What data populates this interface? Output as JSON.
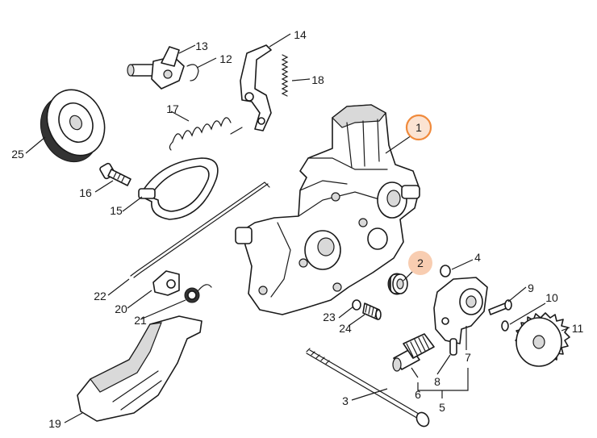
{
  "labels": [
    {
      "id": "1",
      "text": "1"
    },
    {
      "id": "2",
      "text": "2"
    },
    {
      "id": "3",
      "text": "3"
    },
    {
      "id": "4",
      "text": "4"
    },
    {
      "id": "5",
      "text": "5"
    },
    {
      "id": "6",
      "text": "6"
    },
    {
      "id": "7",
      "text": "7"
    },
    {
      "id": "8",
      "text": "8"
    },
    {
      "id": "9",
      "text": "9"
    },
    {
      "id": "10",
      "text": "10"
    },
    {
      "id": "11",
      "text": "11"
    },
    {
      "id": "12",
      "text": "12"
    },
    {
      "id": "13",
      "text": "13"
    },
    {
      "id": "14",
      "text": "14"
    },
    {
      "id": "15",
      "text": "15"
    },
    {
      "id": "16",
      "text": "16"
    },
    {
      "id": "17",
      "text": "17"
    },
    {
      "id": "18",
      "text": "18"
    },
    {
      "id": "19",
      "text": "19"
    },
    {
      "id": "20",
      "text": "20"
    },
    {
      "id": "21",
      "text": "21"
    },
    {
      "id": "22",
      "text": "22"
    },
    {
      "id": "23",
      "text": "23"
    },
    {
      "id": "24",
      "text": "24"
    },
    {
      "id": "25",
      "text": "25"
    }
  ],
  "highlighted": [
    "1",
    "2"
  ],
  "colors": {
    "highlight_ring": "#f08a3c",
    "highlight_fill": "#fbe3d2",
    "line": "#1a1a1a"
  }
}
